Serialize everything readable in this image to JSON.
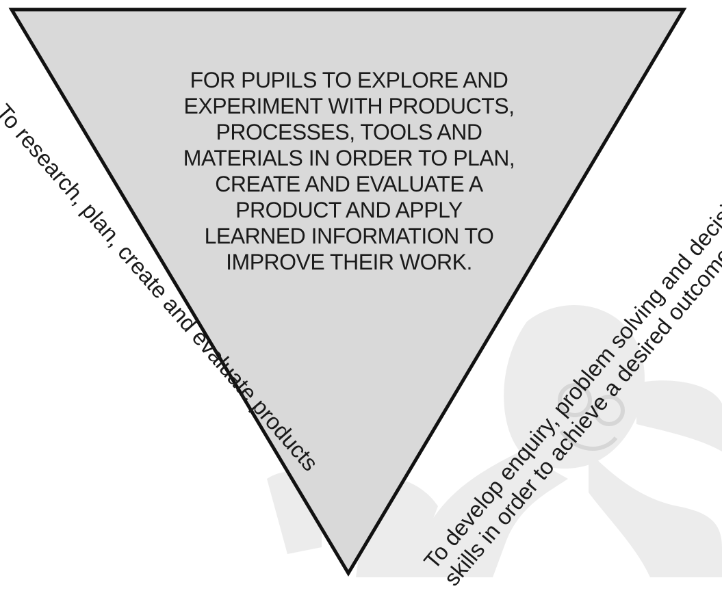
{
  "diagram": {
    "center_text": [
      "FOR PUPILS TO EXPLORE AND",
      "EXPERIMENT WITH PRODUCTS,",
      "PROCESSES,  TOOLS AND",
      "MATERIALS IN ORDER TO PLAN,",
      "CREATE AND EVALUATE A",
      "PRODUCT AND APPLY",
      "LEARNED INFORMATION TO",
      "IMPROVE THEIR WORK."
    ],
    "left_side": "To research, plan, create and evaluate products",
    "right_side": [
      "To develop enquiry,  problem solving and decision making",
      "skills in order to achieve a desired outcome"
    ],
    "colors": {
      "triangle_fill": "#d9d9d9",
      "triangle_stroke": "#111111",
      "watermark": "#ececec",
      "text": "#1a1a1a"
    }
  }
}
